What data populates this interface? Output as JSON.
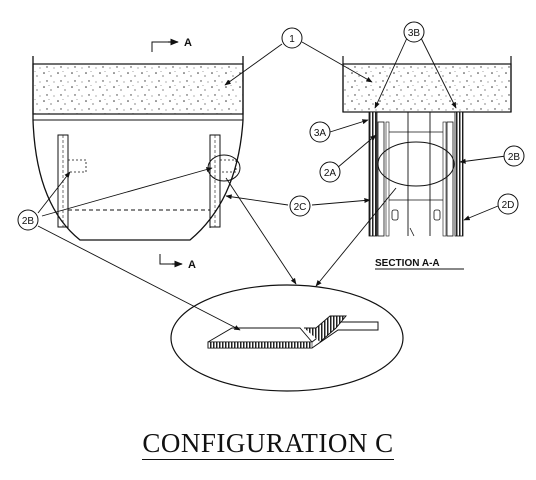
{
  "callouts": {
    "c1": "1",
    "c2a": "2A",
    "c2b_left": "2B",
    "c2b_right": "2B",
    "c2c": "2C",
    "c2d": "2D",
    "c3a": "3A",
    "c3b": "3B"
  },
  "view_marks": {
    "top_a": "A",
    "bottom_a": "A"
  },
  "section_label": "SECTION A-A",
  "caption": "CONFIGURATION C"
}
